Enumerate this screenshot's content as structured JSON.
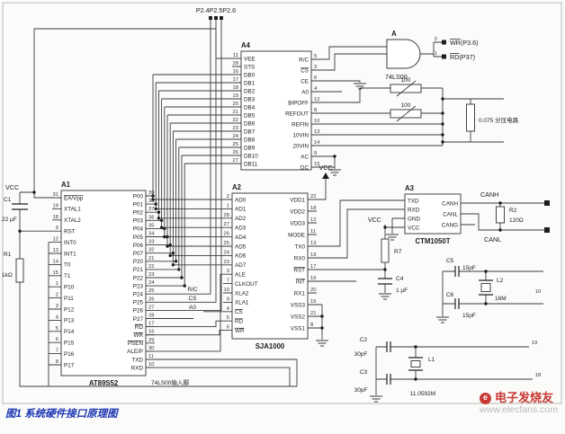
{
  "caption": "图1 系统硬件接口原理图",
  "watermark": {
    "brand": "电子发烧友",
    "site": "www.elecfans.com",
    "logo_letter": "e"
  },
  "net_labels": {
    "p2_bus": "P2.4P2.5P2.6",
    "gate_ref": "A",
    "gate_chip": "74LS00",
    "wr_bar": "WR",
    "wr_rest": "(P3.6)",
    "wr_pin": "2",
    "rd_bar": "RD",
    "rd_rest": "(P37)",
    "rd_pin": "1",
    "divider_note": "0.075 分压电路",
    "ls00_note": "74LS00输入脚",
    "vcc_left": "VCC",
    "vcc_a2": "VCC",
    "vcc_r7": "VCC",
    "canh": "CANH",
    "canl": "CANL",
    "rc": "R/C",
    "cs": "CS",
    "a0": "A0",
    "pin10": "10",
    "pin19": "19",
    "pin18": "18"
  },
  "components": {
    "c1": {
      "ref": "C1",
      "value": "22 μF"
    },
    "r1": {
      "ref": "R1",
      "value": "1kΩ"
    },
    "r2": {
      "ref": "R2",
      "value": "120Ω"
    },
    "r7": {
      "ref": "R7",
      "value": ""
    },
    "c4": {
      "ref": "C4",
      "value": "1 μF"
    },
    "pot1": {
      "value": "100"
    },
    "pot2": {
      "value": "100"
    },
    "c5": {
      "ref": "C5",
      "value": "15pF"
    },
    "c6": {
      "ref": "C6",
      "value": "15pF"
    },
    "l2": {
      "ref": "L2",
      "value": "16M"
    },
    "c2": {
      "ref": "C2",
      "value": "30pF"
    },
    "c3": {
      "ref": "C3",
      "value": "30pF"
    },
    "l1": {
      "ref": "L1",
      "value": "11.0592M"
    }
  },
  "chips": {
    "a4": {
      "ref": "A4",
      "name": "",
      "left": [
        {
          "n": "11",
          "l": "VEE"
        },
        {
          "n": "28",
          "l": "STS"
        },
        {
          "n": "16",
          "l": "DB0"
        },
        {
          "n": "17",
          "l": "DB1"
        },
        {
          "n": "18",
          "l": "DB2"
        },
        {
          "n": "19",
          "l": "DB3"
        },
        {
          "n": "20",
          "l": "DB4"
        },
        {
          "n": "21",
          "l": "DB5"
        },
        {
          "n": "22",
          "l": "DB6"
        },
        {
          "n": "23",
          "l": "DB7"
        },
        {
          "n": "24",
          "l": "DB8"
        },
        {
          "n": "25",
          "l": "DB9"
        },
        {
          "n": "26",
          "l": "DB10"
        },
        {
          "n": "27",
          "l": "DB11"
        }
      ],
      "right": [
        {
          "n": "5",
          "l": "R/C"
        },
        {
          "n": "3",
          "l": "CS",
          "bar": true
        },
        {
          "n": "6",
          "l": "CE"
        },
        {
          "n": "4",
          "l": "A0"
        },
        {
          "n": "12",
          "l": "BIPOFF"
        },
        {
          "n": "8",
          "l": "REFOUT"
        },
        {
          "n": "10",
          "l": "REFIN"
        },
        {
          "n": "13",
          "l": "10VIN"
        },
        {
          "n": "14",
          "l": "20VIN"
        },
        {
          "n": "9",
          "l": "AC"
        },
        {
          "n": "15",
          "l": "DC"
        }
      ]
    },
    "a1": {
      "ref": "A1",
      "name": "AT89S52",
      "left": [
        {
          "n": "31",
          "l": "EA/Vpp",
          "bar": true
        },
        {
          "n": "19",
          "l": "XTAL1"
        },
        {
          "n": "18",
          "l": "XTAL2"
        },
        {
          "n": "9",
          "l": "RST"
        },
        {
          "n": "12",
          "l": "INT0"
        },
        {
          "n": "13",
          "l": "INT1"
        },
        {
          "n": "14",
          "l": "T0"
        },
        {
          "n": "15",
          "l": "T1"
        },
        {
          "n": "1",
          "l": "P10"
        },
        {
          "n": "2",
          "l": "P11"
        },
        {
          "n": "3",
          "l": "P12"
        },
        {
          "n": "4",
          "l": "P13"
        },
        {
          "n": "5",
          "l": "P14"
        },
        {
          "n": "6",
          "l": "P15"
        },
        {
          "n": "7",
          "l": "P16"
        },
        {
          "n": "8",
          "l": "P17"
        }
      ],
      "right": [
        {
          "n": "39",
          "l": "P00"
        },
        {
          "n": "38",
          "l": "P01"
        },
        {
          "n": "37",
          "l": "P02"
        },
        {
          "n": "36",
          "l": "P03"
        },
        {
          "n": "35",
          "l": "P04"
        },
        {
          "n": "34",
          "l": "P05"
        },
        {
          "n": "33",
          "l": "P06"
        },
        {
          "n": "32",
          "l": "P07"
        },
        {
          "n": "21",
          "l": "P20"
        },
        {
          "n": "22",
          "l": "P21"
        },
        {
          "n": "23",
          "l": "P22"
        },
        {
          "n": "24",
          "l": "P23"
        },
        {
          "n": "25",
          "l": "P24"
        },
        {
          "n": "26",
          "l": "P25"
        },
        {
          "n": "27",
          "l": "P26"
        },
        {
          "n": "28",
          "l": "P27"
        },
        {
          "n": "17",
          "l": "RD",
          "bar": true
        },
        {
          "n": "16",
          "l": "WR",
          "bar": true
        },
        {
          "n": "29",
          "l": "PSEN",
          "bar": true
        },
        {
          "n": "30",
          "l": "ALE/P"
        },
        {
          "n": "11",
          "l": "TXD"
        },
        {
          "n": "10",
          "l": "RXD"
        }
      ]
    },
    "a2": {
      "ref": "A2",
      "name": "SJA1000",
      "left": [
        {
          "n": "2",
          "l": "AD0"
        },
        {
          "n": "1",
          "l": "AD1"
        },
        {
          "n": "28",
          "l": "AD2"
        },
        {
          "n": "27",
          "l": "AD3"
        },
        {
          "n": "26",
          "l": "AD4"
        },
        {
          "n": "25",
          "l": "AD5"
        },
        {
          "n": "24",
          "l": "AD6"
        },
        {
          "n": "23",
          "l": "AD7"
        },
        {
          "n": "3",
          "l": "ALE"
        },
        {
          "n": "7",
          "l": "CLKOUT"
        },
        {
          "n": "10",
          "l": "XLA2"
        },
        {
          "n": "9",
          "l": "XLA1"
        },
        {
          "n": "4",
          "l": "CS",
          "bar": true
        },
        {
          "n": "5",
          "l": "RD",
          "bar": true
        },
        {
          "n": "6",
          "l": "WR",
          "bar": true
        }
      ],
      "right": [
        {
          "n": "22",
          "l": "VDD1"
        },
        {
          "n": "18",
          "l": "VDD2"
        },
        {
          "n": "12",
          "l": "VDD3"
        },
        {
          "n": "11",
          "l": "MODE"
        },
        {
          "n": "13",
          "l": "TX0"
        },
        {
          "n": "19",
          "l": "RX0"
        },
        {
          "n": "17",
          "l": "RST",
          "bar": true
        },
        {
          "n": "16",
          "l": "INT",
          "bar": true
        },
        {
          "n": "20",
          "l": "RX1"
        },
        {
          "n": "15",
          "l": "VSS3"
        },
        {
          "n": "21",
          "l": "VSS2"
        },
        {
          "n": "8",
          "l": "VSS1"
        }
      ]
    },
    "a3": {
      "ref": "A3",
      "name": "CTM1050T",
      "left": [
        {
          "n": "",
          "l": "TXD"
        },
        {
          "n": "",
          "l": "RXD"
        },
        {
          "n": "",
          "l": "GND"
        },
        {
          "n": "",
          "l": "VCC"
        }
      ],
      "right": [
        {
          "n": "",
          "l": "CANH"
        },
        {
          "n": "",
          "l": "CANL"
        },
        {
          "n": "",
          "l": "CANG"
        }
      ]
    }
  }
}
